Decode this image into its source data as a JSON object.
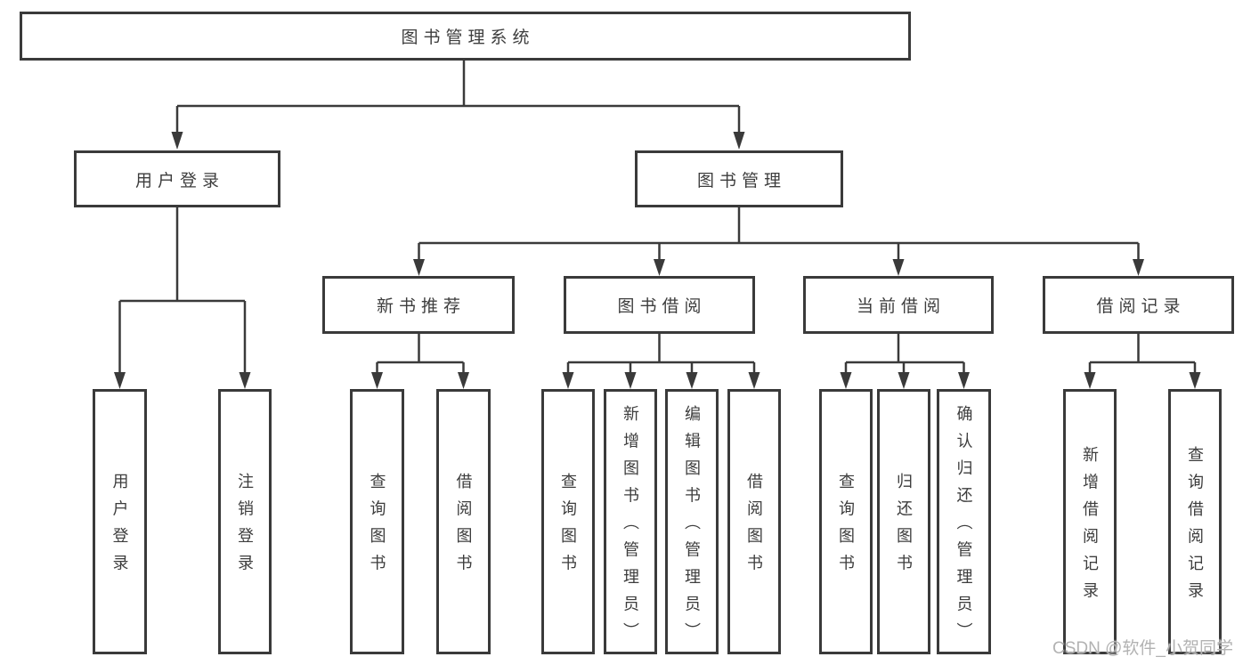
{
  "colors": {
    "line": "#3a3a3a",
    "box_border": "#3a3a3a",
    "text": "#3d3d3d",
    "background": "#ffffff",
    "watermark": "#b2b2b2"
  },
  "tree": {
    "label": "图书管理系统",
    "children": [
      {
        "label": "用户登录",
        "children": [
          {
            "label": "用户登录"
          },
          {
            "label": "注销登录"
          }
        ]
      },
      {
        "label": "图书管理",
        "children": [
          {
            "label": "新书推荐",
            "children": [
              {
                "label": "查询图书"
              },
              {
                "label": "借阅图书"
              }
            ]
          },
          {
            "label": "图书借阅",
            "children": [
              {
                "label": "查询图书"
              },
              {
                "label": "新增图书（管理员）"
              },
              {
                "label": "编辑图书（管理员）"
              },
              {
                "label": "借阅图书"
              }
            ]
          },
          {
            "label": "当前借阅",
            "children": [
              {
                "label": "查询图书"
              },
              {
                "label": "归还图书"
              },
              {
                "label": "确认归还（管理员）"
              }
            ]
          },
          {
            "label": "借阅记录",
            "children": [
              {
                "label": "新增借阅记录"
              },
              {
                "label": "查询借阅记录"
              }
            ]
          }
        ]
      }
    ]
  },
  "watermark": {
    "text": "CSDN @软件_小贺同学"
  }
}
